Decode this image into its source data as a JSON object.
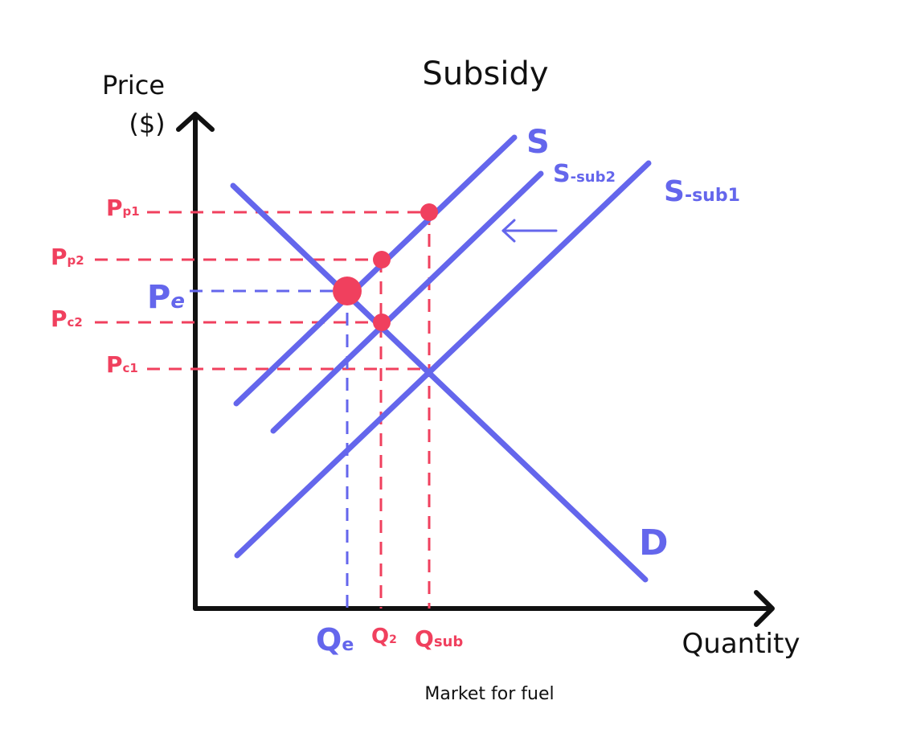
{
  "title": "Subsidy",
  "caption": "Market for fuel",
  "axes": {
    "y_label_line1": "Price",
    "y_label_line2": "($)",
    "x_label": "Quantity"
  },
  "curves": {
    "supply": "S",
    "supply_sub2_main": "S",
    "supply_sub2_sub": "-sub2",
    "supply_sub1_main": "S",
    "supply_sub1_sub": "-sub1",
    "demand": "D"
  },
  "price_labels": {
    "pp1_main": "P",
    "pp1_sub": "p1",
    "pp2_main": "P",
    "pp2_sub": "p2",
    "pe_main": "P",
    "pe_sub": "e",
    "pc2_main": "P",
    "pc2_sub": "c2",
    "pc1_main": "P",
    "pc1_sub": "c1"
  },
  "quantity_labels": {
    "qe_main": "Q",
    "qe_sub": "e",
    "q2_main": "Q",
    "q2_sub": "2",
    "qsub_main": "Q",
    "qsub_sub": "sub"
  },
  "colors": {
    "curve_blue": "#6466ec",
    "marker_red": "#f0405e",
    "axis_black": "#111111"
  }
}
